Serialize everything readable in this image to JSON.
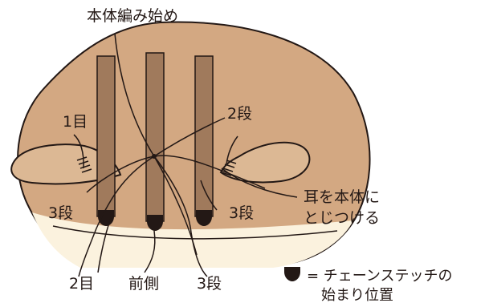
{
  "labels": {
    "title": "本体編み始め",
    "row1": "1目",
    "row2_top": "2段",
    "row3_left": "3段",
    "row3_right": "3段",
    "ear_line1": "耳を本体に",
    "ear_line2": "とじつける",
    "row2_bottom": "2目",
    "front": "前側",
    "row3_bottom": "3段",
    "legend_line1": "= チェーンステッチの",
    "legend_line2": "始まり位置"
  },
  "colors": {
    "body_fill": "#d3a882",
    "ear_fill": "#dcb894",
    "stripe_fill": "#a07a5c",
    "bottom_fill": "#fbf2de",
    "outline": "#231815",
    "marker": "#231815"
  },
  "icons": {
    "legend_marker": "chain-stitch-start-marker"
  }
}
